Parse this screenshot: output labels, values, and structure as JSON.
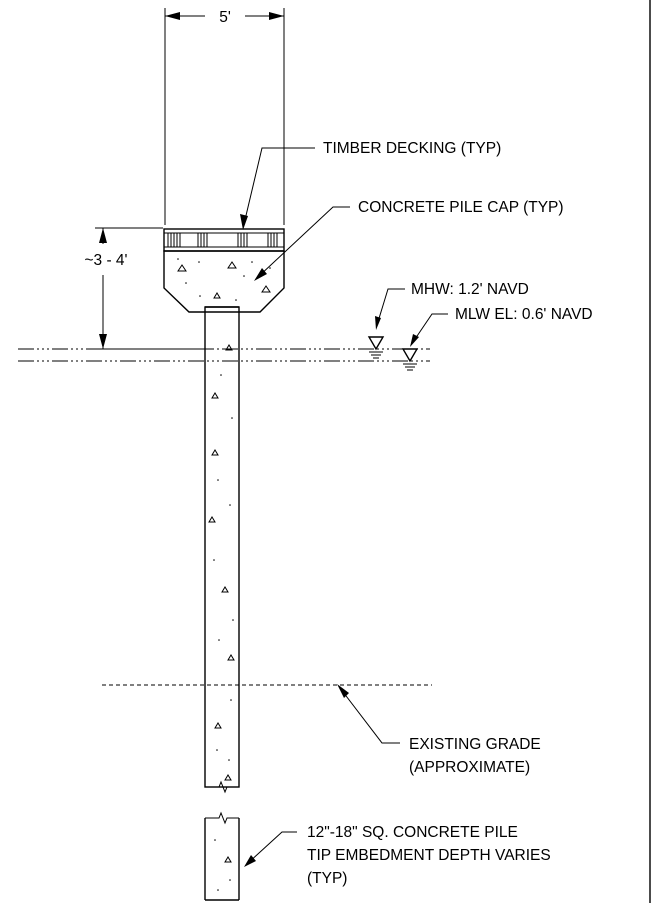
{
  "drawing": {
    "dimensions": {
      "cap_width": "5'",
      "cap_height": "~3 - 4'"
    },
    "callouts": {
      "timber_decking": "TIMBER DECKING (TYP)",
      "pile_cap": "CONCRETE PILE CAP (TYP)",
      "mhw": "MHW: 1.2' NAVD",
      "mlw": "MLW EL: 0.6' NAVD",
      "grade_line1": "EXISTING GRADE",
      "grade_line2": "(APPROXIMATE)",
      "pile_line1": "12\"-18\" SQ. CONCRETE PILE",
      "pile_line2": "TIP EMBEDMENT DEPTH VARIES",
      "pile_line3": "(TYP)"
    },
    "symbols": {
      "water_level": "water-level-triangle-icon"
    }
  }
}
